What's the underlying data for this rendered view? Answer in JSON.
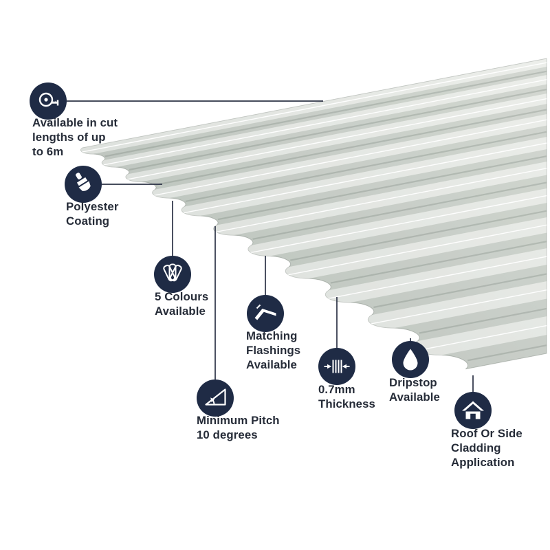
{
  "colors": {
    "navy": "#1f2b45",
    "text": "#262c38",
    "line": "#2b3245",
    "sheet_light": "#e3e6e0",
    "sheet_dark": "#c9cfc9",
    "sheet_edge": "rgba(145,153,145,0.55)",
    "sheet_highlight": "rgba(255,255,255,0.32)",
    "sheet_shadow": "rgba(72,84,74,0.10)",
    "ridge_highlight": "rgba(255,255,255,0.95)",
    "ridge_shadow": "rgba(88,99,90,0.22)"
  },
  "illustration": {
    "subject": "corrugated metal roofing sheet",
    "sheet_colour_name": "light grey"
  },
  "features": [
    {
      "id": "cut-lengths",
      "icon": "tape-measure-icon",
      "label": "Available in cut\nlengths of up\nto 6m"
    },
    {
      "id": "polyester-coating",
      "icon": "paintbrush-icon",
      "label": "Polyester\nCoating"
    },
    {
      "id": "five-colours",
      "icon": "colour-swatches-icon",
      "label": "5 Colours\nAvailable"
    },
    {
      "id": "matching-flashings",
      "icon": "flashing-icon",
      "label": "Matching\nFlashings\nAvailable"
    },
    {
      "id": "minimum-pitch",
      "icon": "pitch-angle-icon",
      "label": "Minimum Pitch\n10 degrees"
    },
    {
      "id": "thickness",
      "icon": "thickness-gauge-icon",
      "label": "0.7mm\nThickness"
    },
    {
      "id": "dripstop",
      "icon": "water-droplet-icon",
      "label": "Dripstop\nAvailable"
    },
    {
      "id": "cladding",
      "icon": "house-icon",
      "label": "Roof Or Side\nCladding\nApplication"
    }
  ]
}
